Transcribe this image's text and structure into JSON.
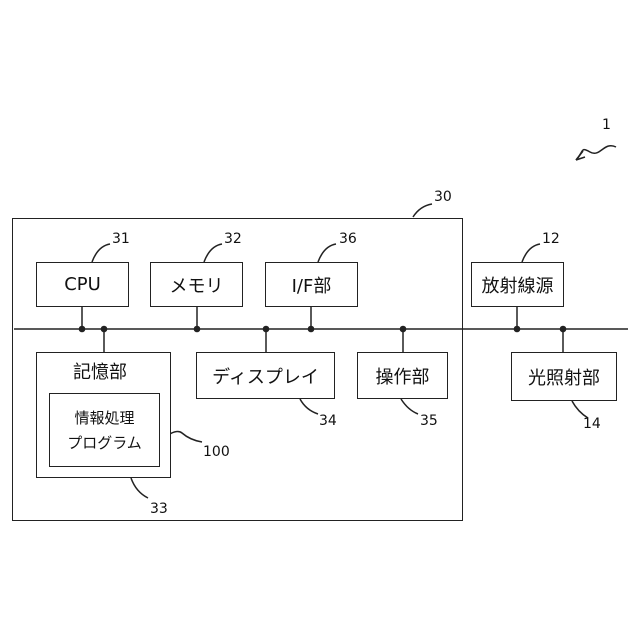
{
  "ref_numbers": {
    "system": "1",
    "controller": "30",
    "cpu": "31",
    "memory": "32",
    "storage": "33",
    "display": "34",
    "operation": "35",
    "if": "36",
    "radiation_source": "12",
    "light_unit": "14",
    "program": "100"
  },
  "blocks": {
    "cpu": "CPU",
    "memory": "メモリ",
    "if": "I/F部",
    "storage": "記憶部",
    "program_line1": "情報処理",
    "program_line2": "プログラム",
    "display": "ディスプレイ",
    "operation": "操作部",
    "radiation_source": "放射線源",
    "light_unit": "光照射部"
  }
}
